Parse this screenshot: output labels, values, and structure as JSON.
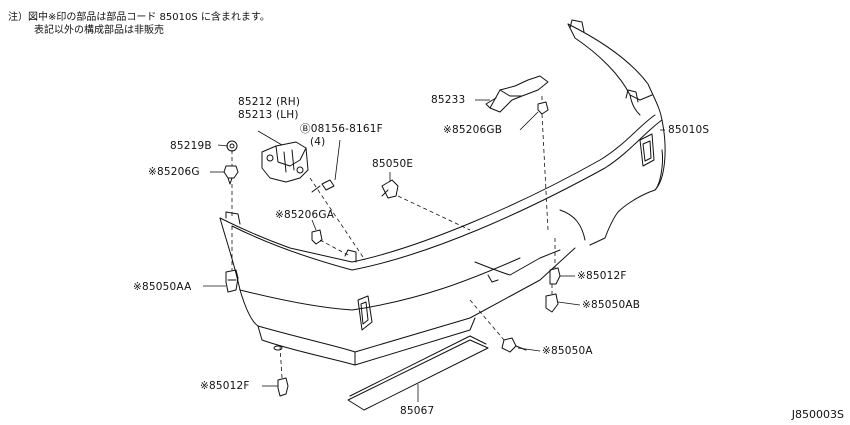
{
  "notes": {
    "line1": "注）図中※印の部品は部品コード 85010S に含まれます。",
    "line2": "表記以外の構成部品は非販売"
  },
  "labels": {
    "p85212": "85212 (RH)",
    "p85213": "85213 (LH)",
    "bolt": "Ⓑ08156-8161F",
    "bolt_qty": "(4)",
    "p85219b": "85219B",
    "p85206g": "※85206G",
    "p85050e": "85050E",
    "p85206ga": "※85206GA",
    "p85050aa": "※85050AA",
    "p85012f_left": "※85012F",
    "p85067": "85067",
    "p85233": "85233",
    "p85206gb": "※85206GB",
    "p85010s": "85010S",
    "p85012f_right": "※85012F",
    "p85050ab": "※85050AB",
    "p85050a": "※85050A"
  },
  "diagram_code": "J850003S"
}
